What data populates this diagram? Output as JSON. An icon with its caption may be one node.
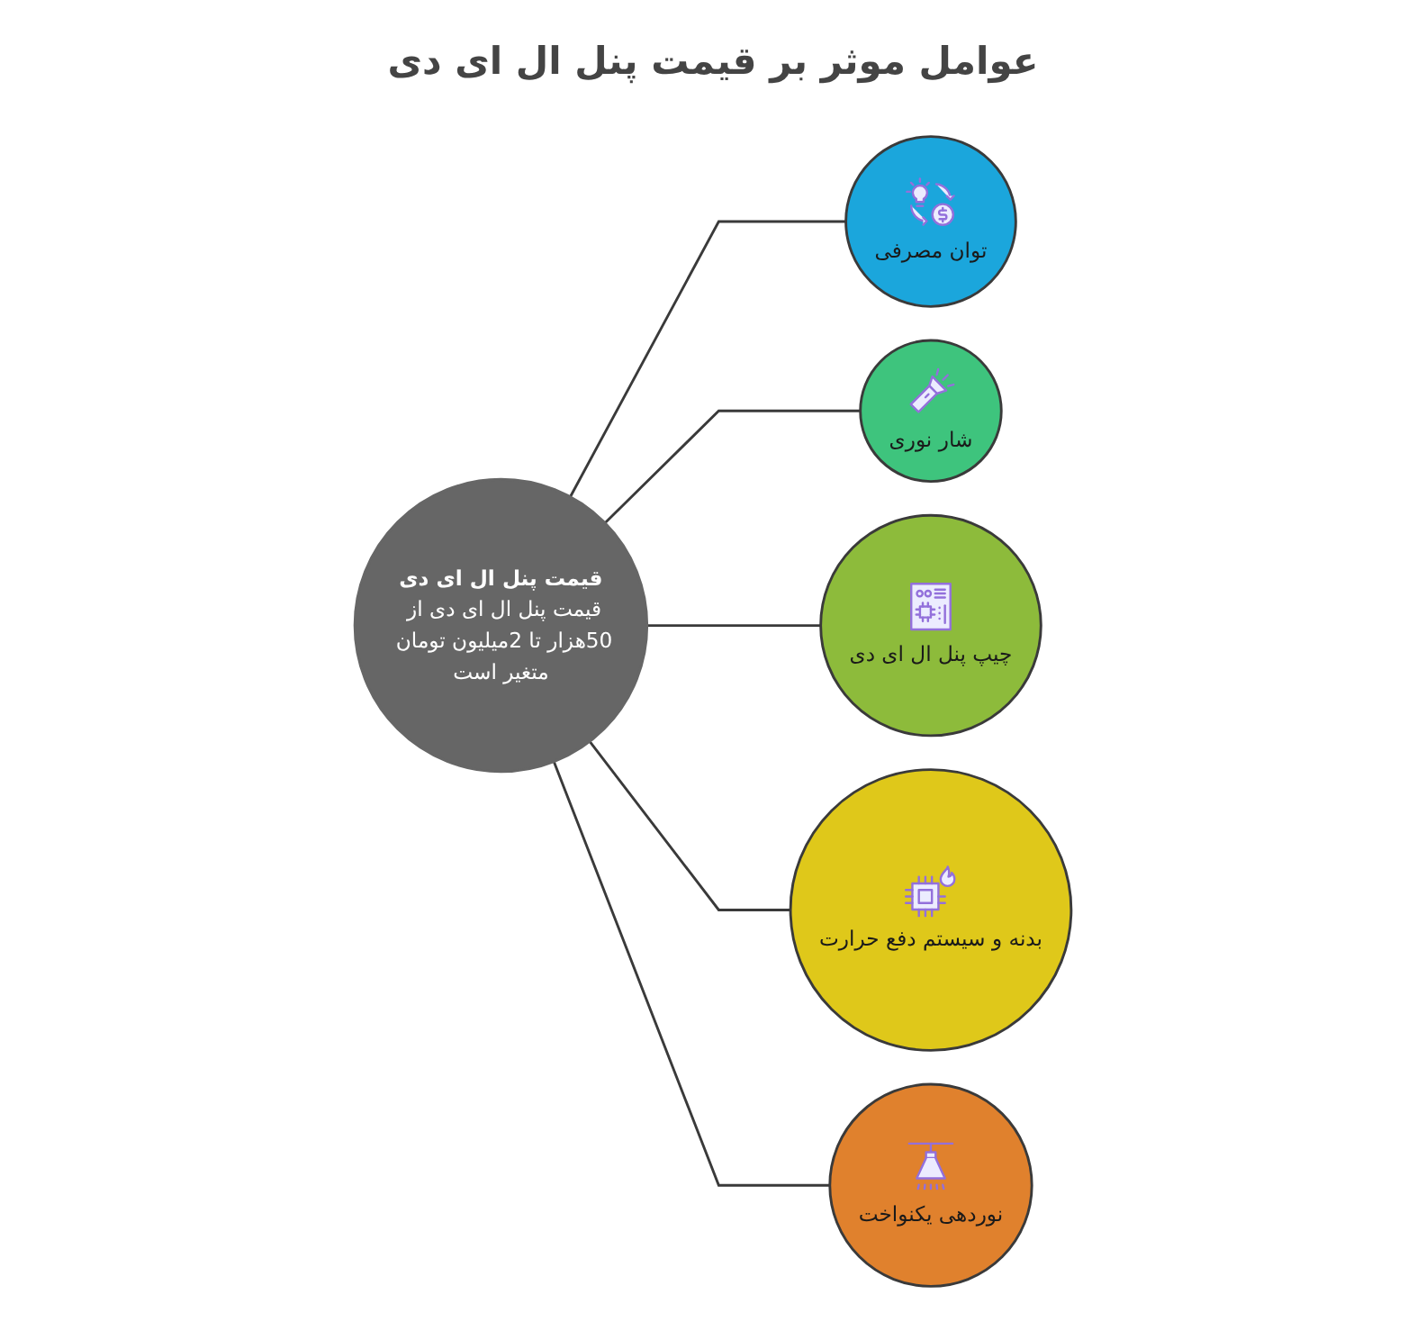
{
  "diagram": {
    "title": "عوامل موثر بر قیمت پنل ال ای دی",
    "nodes": [
      {
        "text": [
          "قیمت پنل ال ای دی",
          "قیمت پنل ال ای دی از 50هزار تا 2میلیون تومان متغیر است"
        ]
      },
      {
        "text": [
          "توان مصرفی"
        ]
      },
      {
        "text": [
          "شار نوری"
        ]
      },
      {
        "text": [
          "چیپ پنل ال ای دی"
        ]
      },
      {
        "text": [
          "بدنه و سیستم دفع حرارت"
        ]
      },
      {
        "text": [
          "نوردهی یکنواخت"
        ]
      }
    ],
    "edges": [
      {
        "from": 0,
        "to": 1,
        "arrow": "none"
      },
      {
        "from": 0,
        "to": 2,
        "arrow": "none"
      },
      {
        "from": 0,
        "to": 3,
        "arrow": "none"
      },
      {
        "from": 0,
        "to": 4,
        "arrow": "none"
      },
      {
        "from": 0,
        "to": 5,
        "arrow": "none"
      }
    ]
  }
}
